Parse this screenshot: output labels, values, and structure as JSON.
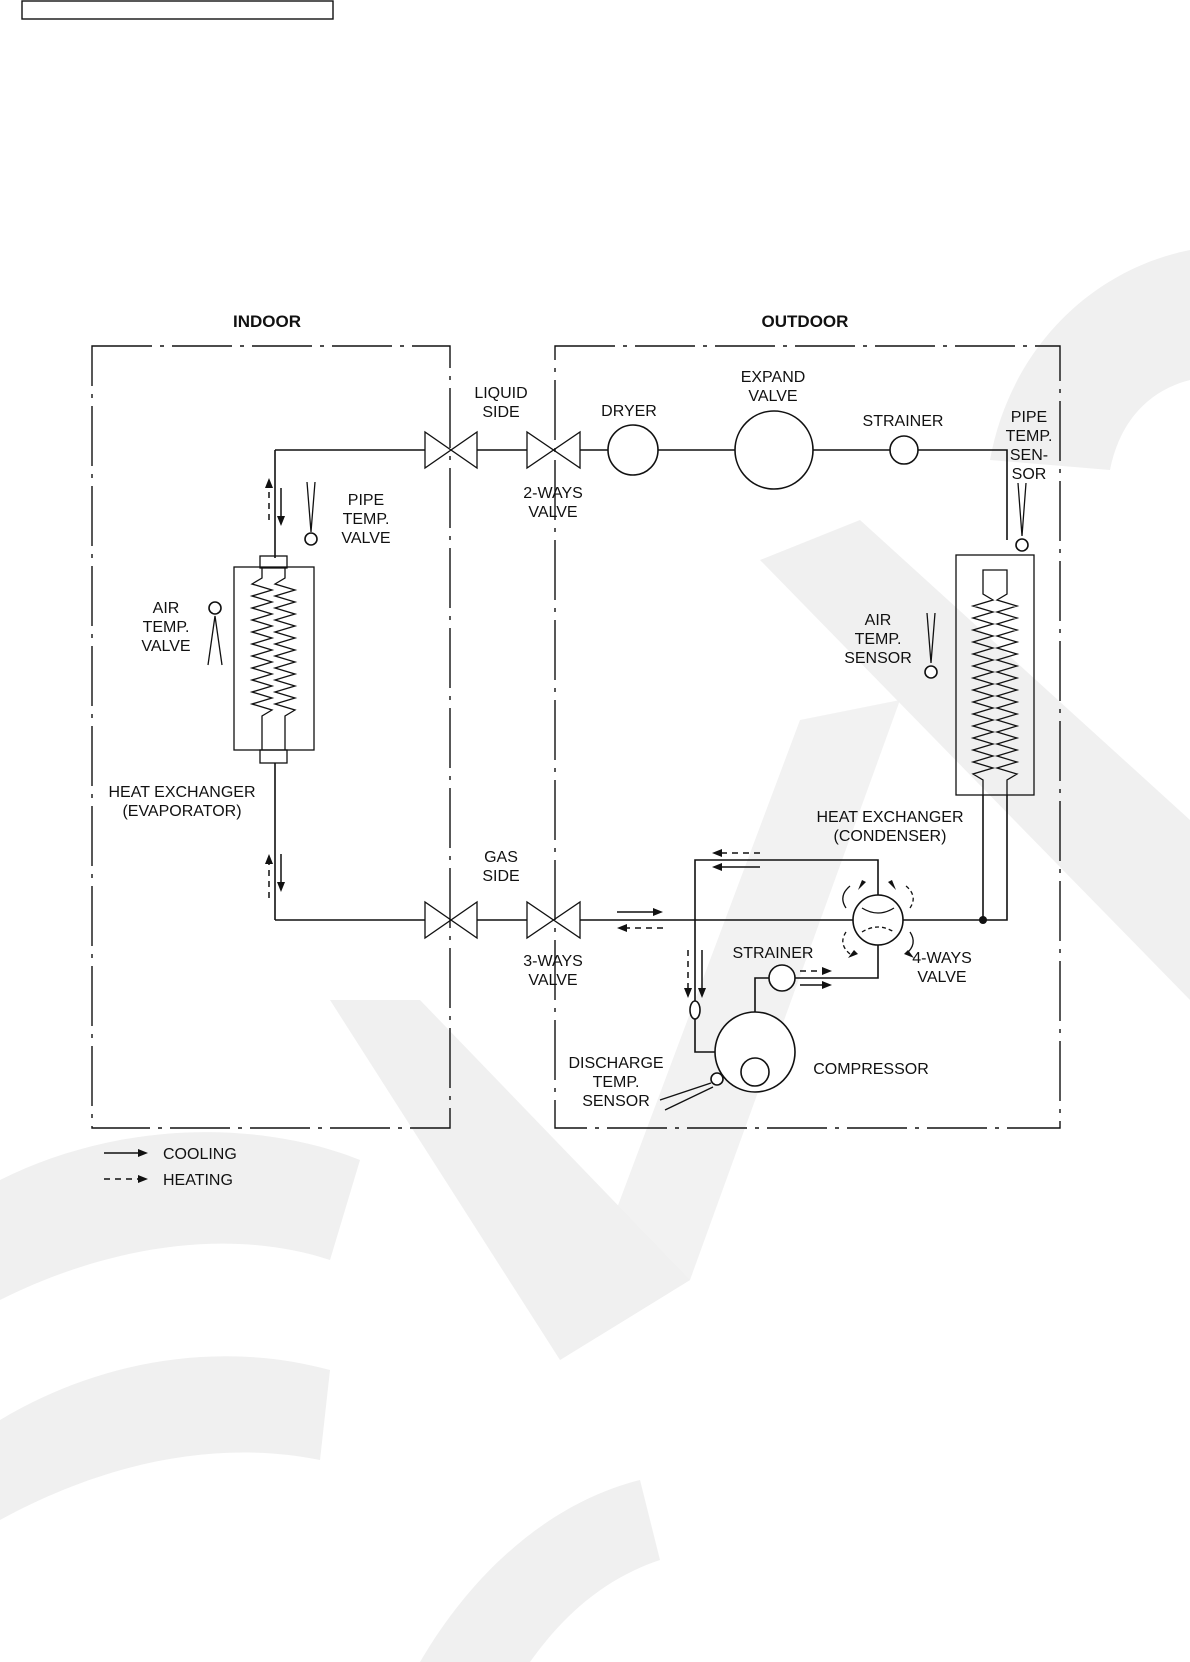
{
  "sections": {
    "indoor": "INDOOR",
    "outdoor": "OUTDOOR"
  },
  "labels": {
    "liquid_side_1": "LIQUID",
    "liquid_side_2": "SIDE",
    "two_ways_1": "2-WAYS",
    "two_ways_2": "VALVE",
    "dryer": "DRYER",
    "expand_1": "EXPAND",
    "expand_2": "VALVE",
    "strainer_top": "STRAINER",
    "pipe_sensor_out_1": "PIPE",
    "pipe_sensor_out_2": "TEMP.",
    "pipe_sensor_out_3": "SEN-",
    "pipe_sensor_out_4": "SOR",
    "pipe_valve_in_1": "PIPE",
    "pipe_valve_in_2": "TEMP.",
    "pipe_valve_in_3": "VALVE",
    "air_valve_in_1": "AIR",
    "air_valve_in_2": "TEMP.",
    "air_valve_in_3": "VALVE",
    "air_sensor_out_1": "AIR",
    "air_sensor_out_2": "TEMP.",
    "air_sensor_out_3": "SENSOR",
    "hx_evap_1": "HEAT EXCHANGER",
    "hx_evap_2": "(EVAPORATOR)",
    "hx_cond_1": "HEAT EXCHANGER",
    "hx_cond_2": "(CONDENSER)",
    "gas_side_1": "GAS",
    "gas_side_2": "SIDE",
    "three_ways_1": "3-WAYS",
    "three_ways_2": "VALVE",
    "strainer_bottom": "STRAINER",
    "four_ways_1": "4-WAYS",
    "four_ways_2": "VALVE",
    "compressor": "COMPRESSOR",
    "discharge_1": "DISCHARGE",
    "discharge_2": "TEMP.",
    "discharge_3": "SENSOR"
  },
  "legend": {
    "cooling": "COOLING",
    "heating": "HEATING"
  }
}
